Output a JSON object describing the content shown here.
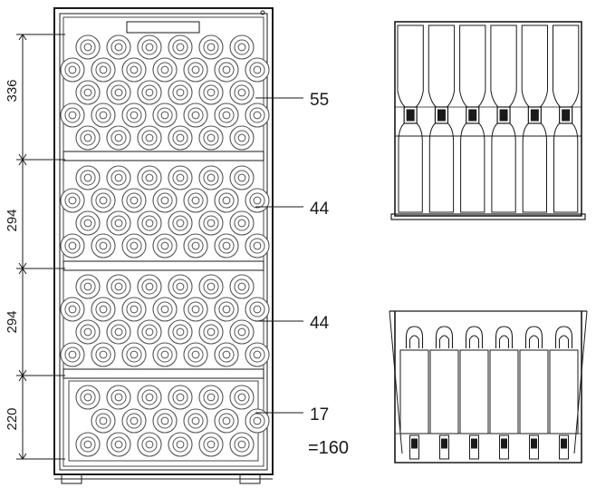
{
  "dimensions": [
    {
      "label": "336",
      "count": "55"
    },
    {
      "label": "294",
      "count": "44"
    },
    {
      "label": "294",
      "count": "44"
    },
    {
      "label": "220",
      "count": "17"
    }
  ],
  "total": "=160",
  "colors": {
    "line": "#1a1a1a",
    "bottle": "#555555"
  }
}
